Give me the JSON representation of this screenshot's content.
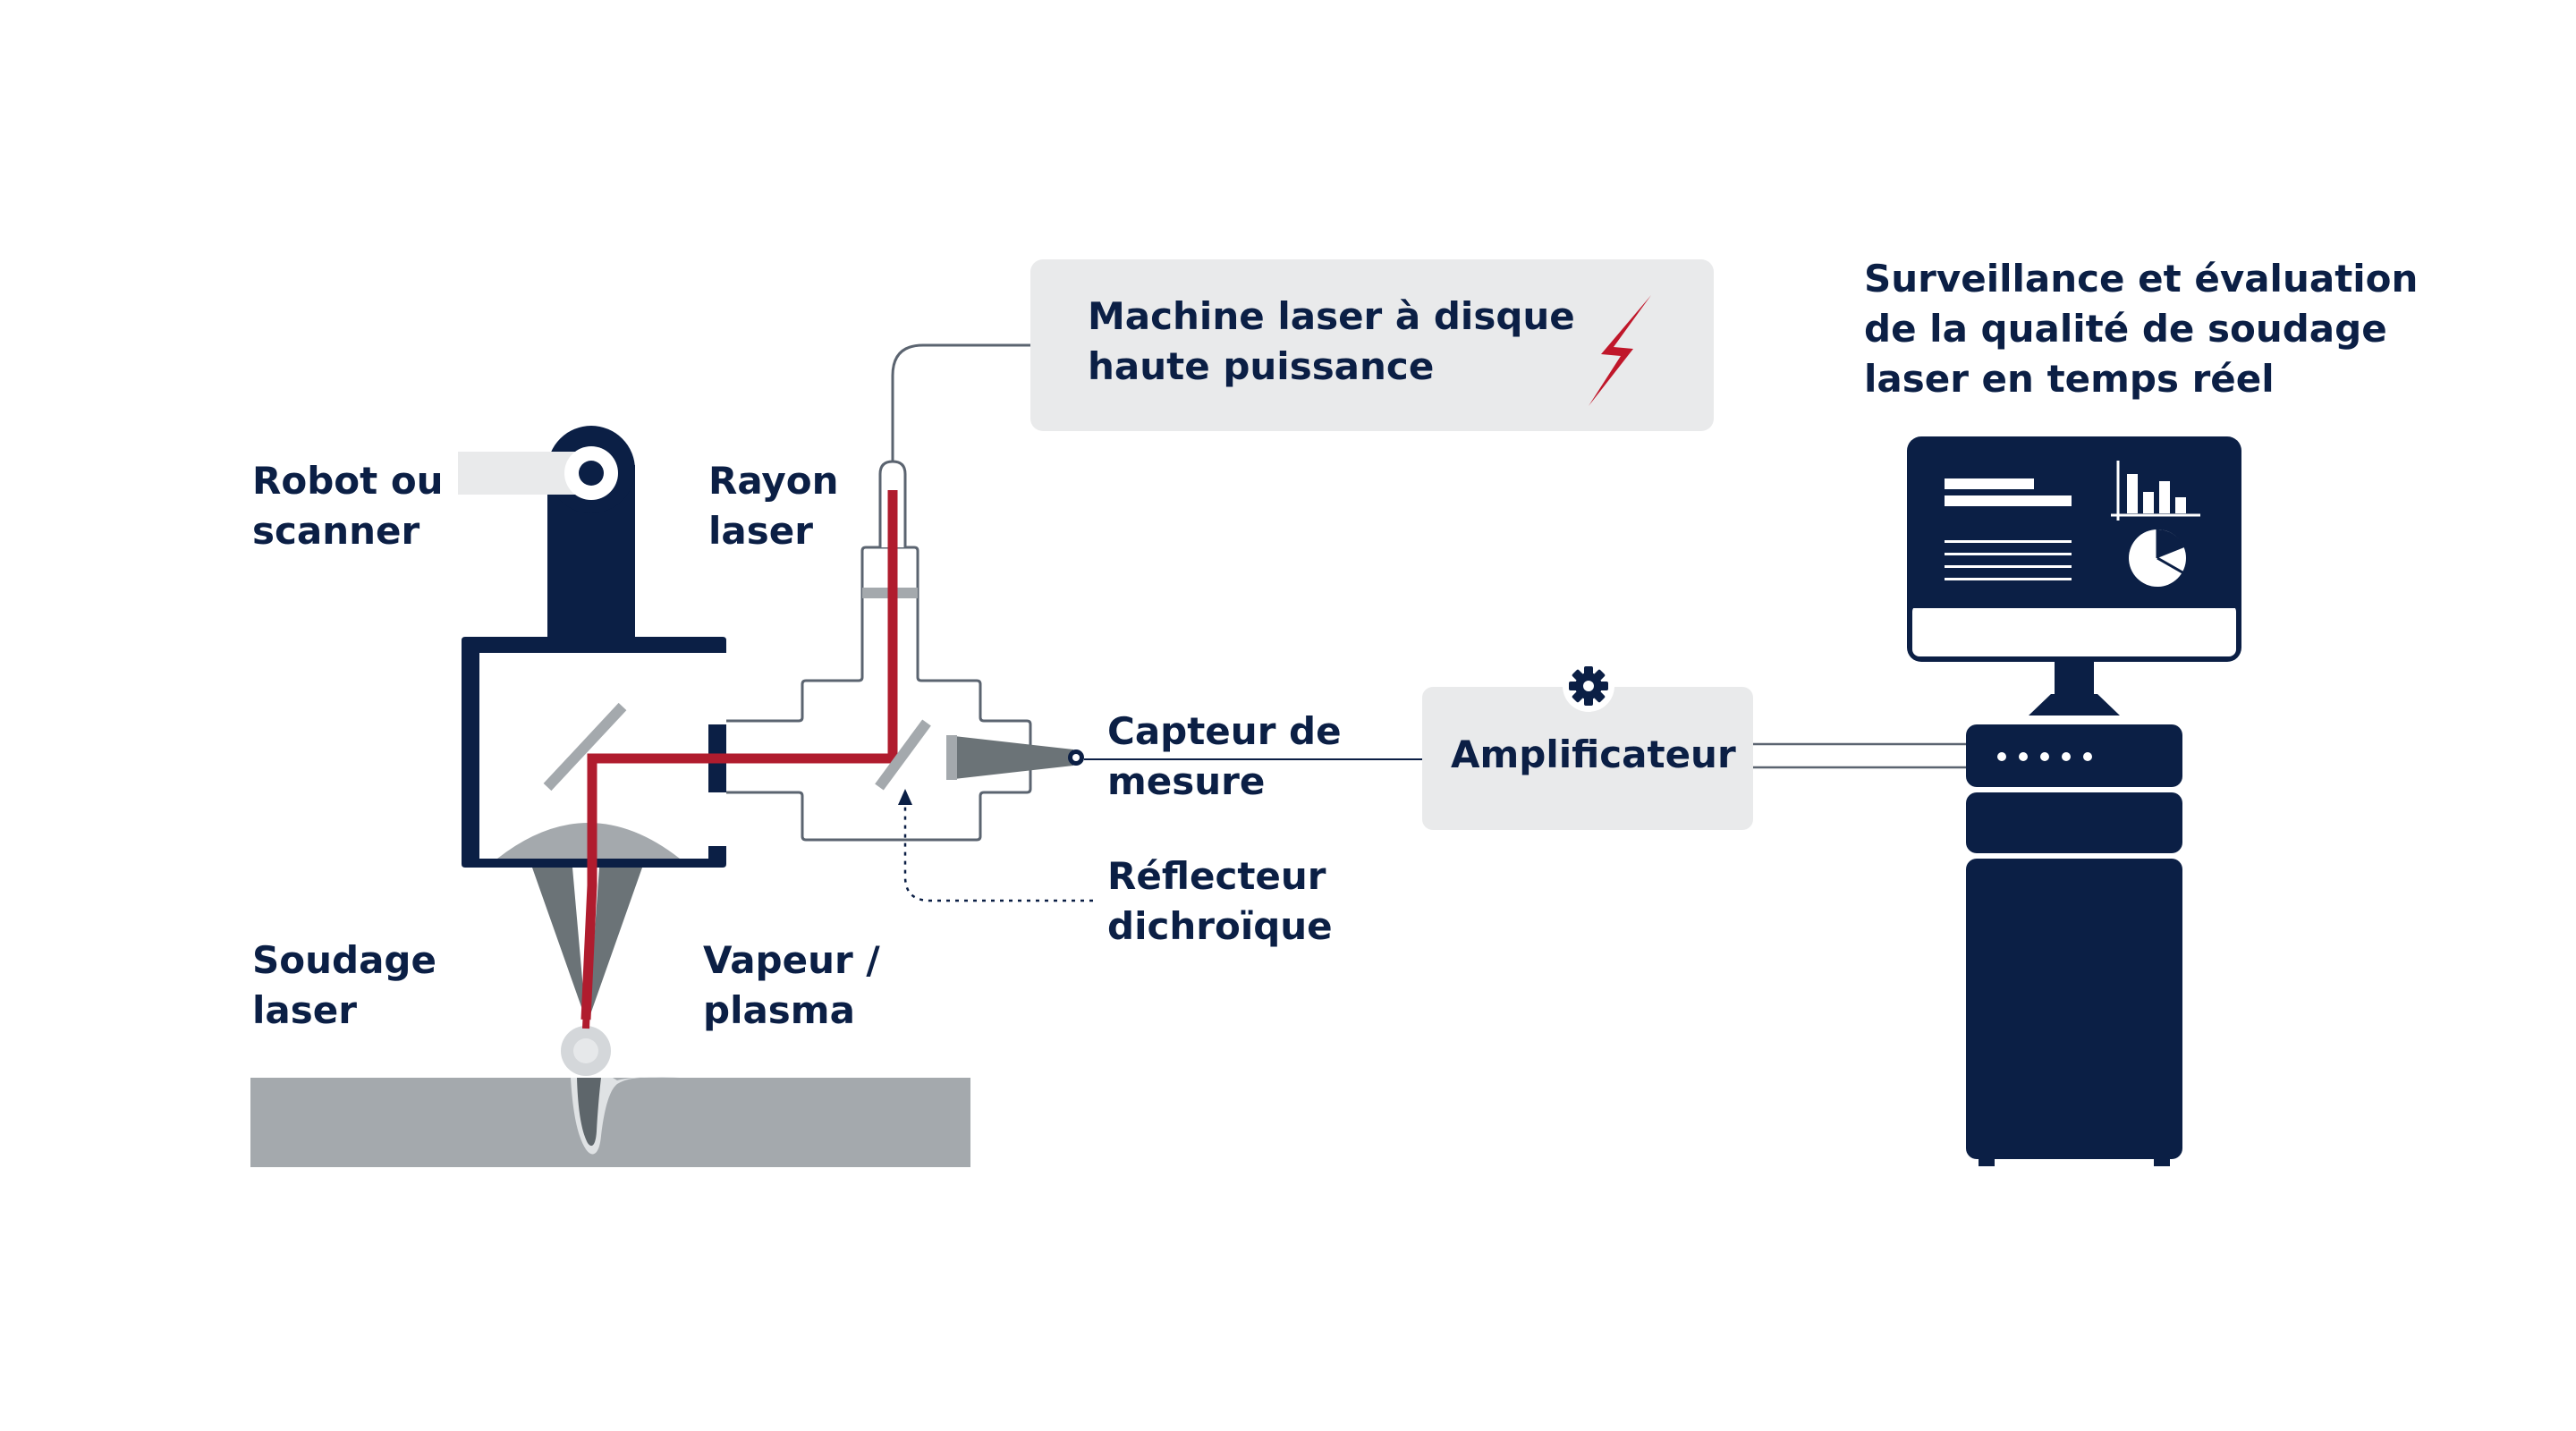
{
  "labels": {
    "robot": [
      "Robot ou",
      "scanner"
    ],
    "beam": [
      "Rayon",
      "laser"
    ],
    "laser_machine": [
      "Machine laser à disque",
      "haute puissance"
    ],
    "monitoring": [
      "Surveillance et évaluation",
      "de la qualité de soudage",
      "laser en temps réel"
    ],
    "sensor": [
      "Capteur de",
      "mesure"
    ],
    "amplifier": "Amplificateur",
    "reflector": [
      "Réflecteur",
      "dichroïque"
    ],
    "welding": [
      "Soudage",
      "laser"
    ],
    "vapor": [
      "Vapeur /",
      "plasma"
    ]
  },
  "colors": {
    "navy": "#0b1f45",
    "laser_red": "#b01c2e",
    "box_gray": "#e9eaeb",
    "metal_gray": "#a4a9ad",
    "sensor_gray": "#6b7377",
    "outline": "#5b6470"
  },
  "icons": {
    "power": "lightning-bolt-icon",
    "amplifier": "gear-icon",
    "dashboard": "monitor-dashboard-icon"
  }
}
